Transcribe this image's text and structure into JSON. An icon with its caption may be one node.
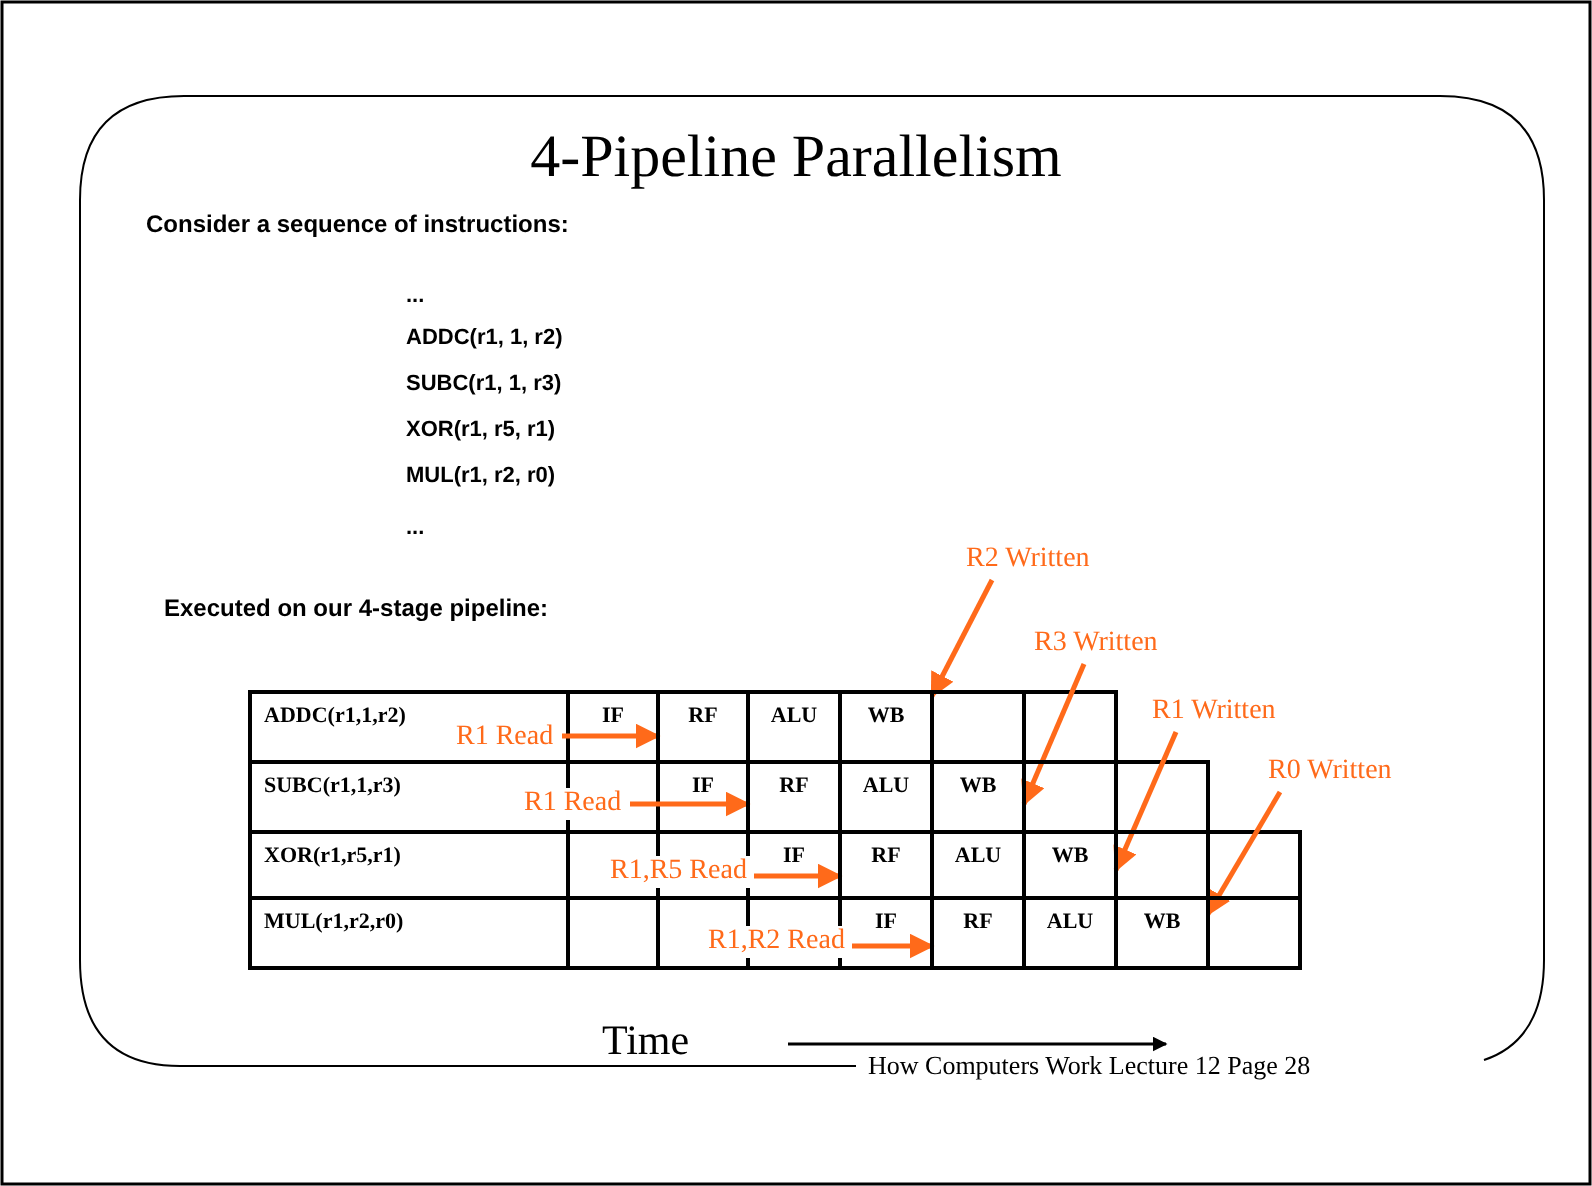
{
  "diagram": {
    "title": "4-Pipeline Parallelism",
    "caption": "How Computers Work Lecture 12 Page 28",
    "nodes": [
      {
        "text": [
          "R1 Read"
        ]
      },
      {
        "text": [
          "R1 Read"
        ]
      },
      {
        "text": [
          "R1,R5 Read"
        ]
      },
      {
        "text": [
          "R1,R2 Read"
        ]
      },
      {
        "text": [
          "R2 Written"
        ]
      },
      {
        "text": [
          "R3 Written"
        ]
      },
      {
        "text": [
          "R1 Written"
        ]
      },
      {
        "text": [
          "R0 Written"
        ]
      },
      {
        "text": [
          "RF"
        ]
      },
      {
        "text": [
          "RF"
        ]
      },
      {
        "text": [
          "RF"
        ]
      },
      {
        "text": [
          "RF"
        ]
      },
      {
        "text": [],
        "shape": "box"
      },
      {
        "text": [],
        "shape": "box"
      },
      {
        "text": [],
        "shape": "box"
      },
      {
        "text": [],
        "shape": "box"
      }
    ],
    "edges": [
      {
        "from": 0,
        "to": 8,
        "arrow": "to"
      },
      {
        "from": 1,
        "to": 9,
        "arrow": "to"
      },
      {
        "from": 2,
        "to": 10,
        "arrow": "to"
      },
      {
        "from": 3,
        "to": 11,
        "arrow": "to"
      },
      {
        "from": 4,
        "to": 12,
        "arrow": "to"
      },
      {
        "from": 5,
        "to": 13,
        "arrow": "to"
      },
      {
        "from": 6,
        "to": 14,
        "arrow": "to"
      },
      {
        "from": 7,
        "to": 15,
        "arrow": "to"
      }
    ],
    "labels": [
      "Consider a sequence of instructions:",
      "...",
      "ADDC(r1, 1, r2)",
      "SUBC(r1, 1, r3)",
      "XOR(r1, r5, r1)",
      "MUL(r1, r2, r0)",
      "...",
      "Executed on our 4-stage pipeline:",
      "ADDC(r1,1,r2)",
      "IF",
      "ALU",
      "WB",
      "SUBC(r1,1,r3)",
      "IF",
      "ALU",
      "WB",
      "XOR(r1,r5,r1)",
      "IF",
      "ALU",
      "WB",
      "MUL(r1,r2,r0)",
      "IF",
      "ALU",
      "WB",
      "Time"
    ]
  }
}
